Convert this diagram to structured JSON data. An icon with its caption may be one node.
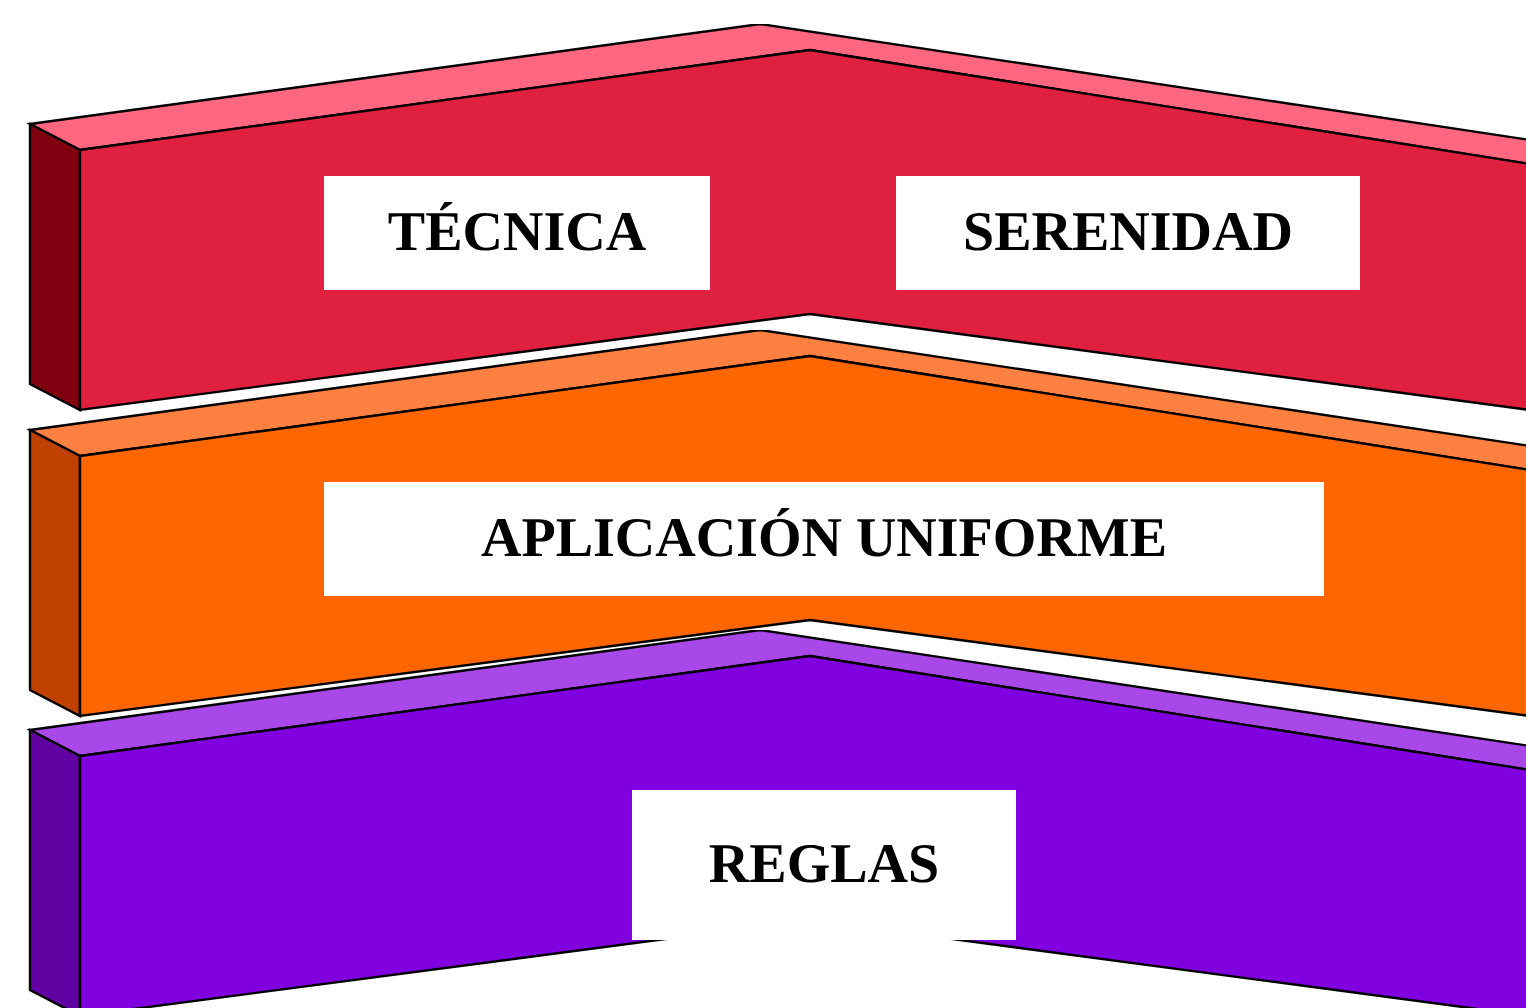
{
  "diagram": {
    "nodes": [
      {
        "text": [],
        "shape": "band"
      },
      {
        "text": [
          "TÉCNICA"
        ],
        "in": 0
      },
      {
        "text": [
          "SERENIDAD"
        ],
        "in": 0
      },
      {
        "text": [],
        "shape": "band"
      },
      {
        "text": [
          "APLICACIÓN UNIFORME"
        ],
        "in": 3
      },
      {
        "text": [],
        "shape": "band"
      },
      {
        "text": [
          "REGLAS"
        ],
        "in": 5
      }
    ]
  }
}
